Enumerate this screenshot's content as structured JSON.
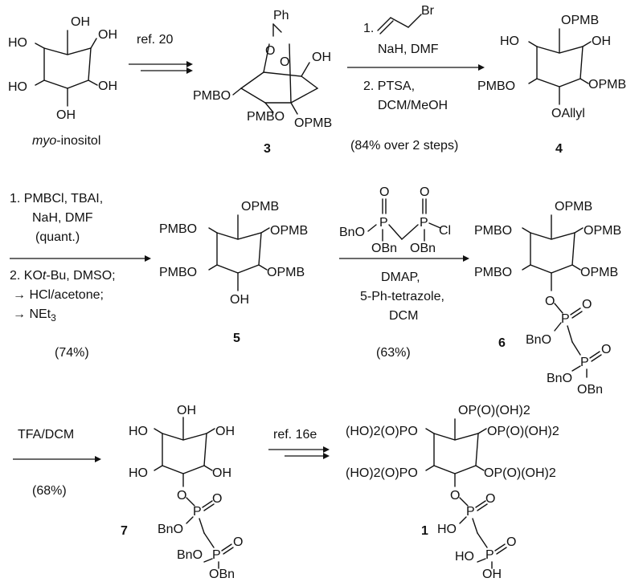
{
  "compounds": {
    "myo_inositol": {
      "name_italic": "myo",
      "name_rest": "-inositol",
      "substituents": [
        "OH",
        "HO",
        "OH",
        "HO",
        "OH",
        "OH"
      ]
    },
    "c3": {
      "number": "3",
      "labels": {
        "ph": "Ph",
        "o1": "O",
        "o2": "O",
        "oh": "OH",
        "pmbo_left": "PMBO",
        "pmbo_bottom": "PMBO",
        "opmb": "OPMB"
      }
    },
    "c4": {
      "number": "4",
      "labels": {
        "top": "OPMB",
        "ul": "HO",
        "ur": "OH",
        "ll": "PMBO",
        "lr": "OPMB",
        "bottom": "OAllyl"
      }
    },
    "c5": {
      "number": "5",
      "labels": {
        "top": "OPMB",
        "ul": "PMBO",
        "ur": "OPMB",
        "ll": "PMBO",
        "lr": "OPMB",
        "bottom": "OH"
      }
    },
    "c6": {
      "number": "6",
      "labels": {
        "top": "OPMB",
        "ul": "PMBO",
        "ur": "OPMB",
        "ll": "PMBO",
        "lr": "OPMB",
        "o_link": "O",
        "p1": "P",
        "p1_o": "O",
        "p1_obn": "BnO",
        "p2": "P",
        "p2_o": "O",
        "p2_bno": "BnO",
        "p2_obn": "OBn"
      }
    },
    "c7": {
      "number": "7",
      "labels": {
        "top": "OH",
        "ul": "HO",
        "ur": "OH",
        "ll": "HO",
        "lr": "OH",
        "o_link": "O",
        "p1": "P",
        "p1_o": "O",
        "p1_obn": "BnO",
        "p2": "P",
        "p2_o": "O",
        "p2_bno": "BnO",
        "p2_obn": "OBn"
      }
    },
    "c1": {
      "number": "1",
      "labels": {
        "top": "OP(O)(OH)2",
        "ul": "(HO)2(O)PO",
        "ur": "OP(O)(OH)2",
        "ll": "(HO)2(O)PO",
        "lr": "OP(O)(OH)2",
        "o_link": "O",
        "p1": "P",
        "p1_o": "O",
        "p1_ho": "HO",
        "p2": "P",
        "p2_o": "O",
        "p2_ho1": "HO",
        "p2_ho2": "OH"
      }
    },
    "reagent_bisphos": {
      "labels": {
        "o_left": "O",
        "o_right": "O",
        "p_left": "P",
        "p_right": "P",
        "bno": "BnO",
        "obn_left": "OBn",
        "obn_right": "OBn",
        "cl": "Cl"
      }
    },
    "reagent_allyl": {
      "labels": {
        "br": "Br"
      }
    }
  },
  "steps": {
    "s1": {
      "above": "ref. 20"
    },
    "s2": {
      "step1_num": "1.",
      "step1_line2": "NaH, DMF",
      "step2": "2. PTSA,",
      "step2_line2": "DCM/MeOH",
      "yield": "(84% over 2 steps)"
    },
    "s3": {
      "l1": "1. PMBCl, TBAI,",
      "l2": "NaH, DMF",
      "l3": "(quant.)",
      "l4a": "2. KO",
      "l4b": "t",
      "l4c": "-Bu, DMSO;",
      "l5": "→ HCl/acetone;",
      "l6": "→ NEt",
      "l6sub": "3",
      "yield": "(74%)"
    },
    "s4": {
      "l1": "DMAP,",
      "l2": "5-Ph-tetrazole,",
      "l3": "DCM",
      "yield": "(63%)"
    },
    "s5": {
      "l1": "TFA/DCM",
      "yield": "(68%)"
    },
    "s6": {
      "above": "ref. 16e"
    }
  }
}
